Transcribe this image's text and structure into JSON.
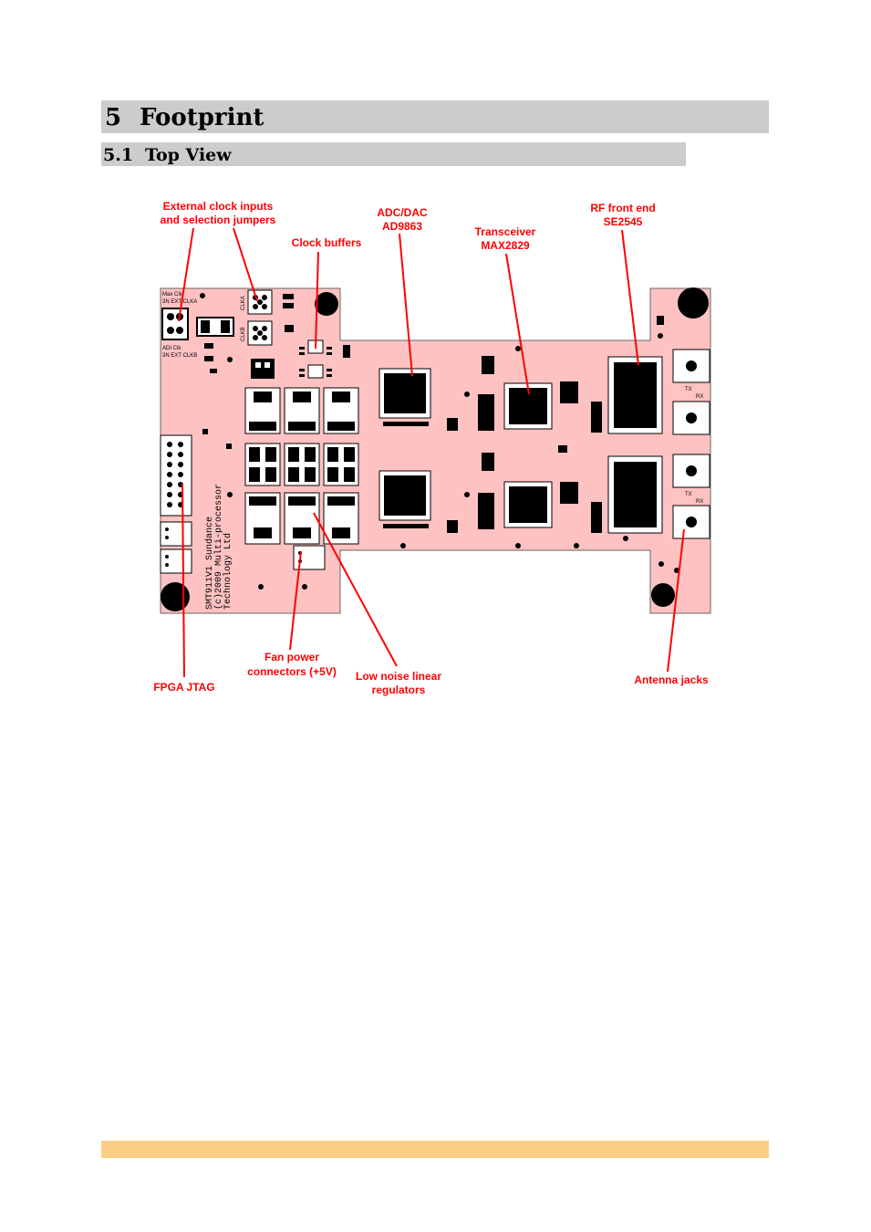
{
  "heading1": {
    "number": "5",
    "title": "Footprint"
  },
  "heading2": {
    "number": "5.1",
    "title": "Top View"
  },
  "figure": {
    "callouts": {
      "ext_clock_1": "External clock inputs",
      "ext_clock_2": "and selection jumpers",
      "adc_1": "ADC/DAC",
      "adc_2": "AD9863",
      "rf_1": "RF front end",
      "rf_2": "SE2545",
      "trans_1": "Transceiver",
      "trans_2": "MAX2829",
      "clock_buffers": "Clock buffers",
      "fan_1": "Fan power",
      "fan_2": "connectors (+5V)",
      "ldo_1": "Low noise linear",
      "ldo_2": "regulators",
      "fpga_jtag": "FPGA JTAG",
      "antenna": "Antenna jacks"
    },
    "silkscreen": {
      "max_clk": "Max Clk",
      "ext_clka": "3N EXT CLKA",
      "adi_clk": "ADI Clk",
      "ext_clkb": "3N EXT CLKB",
      "clka": "CLKA",
      "clkb": "CLKB",
      "tx1": "TX",
      "rx1": "RX",
      "tx2": "TX",
      "rx2": "RX",
      "sundance_1": "SMT911V1  Sundance",
      "sundance_2": "(c)2009    Multi-processor",
      "sundance_3": "Technology Ltd"
    },
    "colors": {
      "board": "#ffc2c2",
      "callout": "#ff0000",
      "chip": "#000000"
    }
  },
  "footer": {
    "color": "#fccf86"
  }
}
